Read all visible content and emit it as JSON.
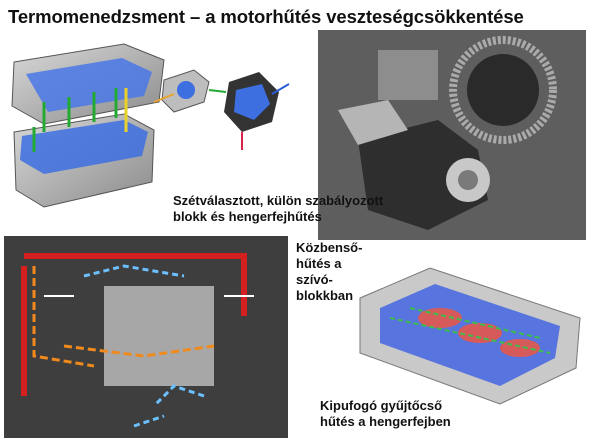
{
  "slide": {
    "title": "Termomenedzsment – a motorhűtés veszteségcsökkentése",
    "panels": [
      {
        "id": "block-and-head-split",
        "caption_lines": [
          "Szétválasztott, külön szabályozott",
          "blokk és hengerfejhűtés"
        ]
      },
      {
        "id": "intake-intercooling",
        "caption_lines": [
          "Közbenső-",
          "hűtés a",
          "szívó-",
          "blokkban"
        ]
      },
      {
        "id": "exhaust-manifold-cooling",
        "caption_lines": [
          "Kipufogó gyűjtőcső",
          "hűtés a hengerfejben"
        ]
      }
    ]
  }
}
